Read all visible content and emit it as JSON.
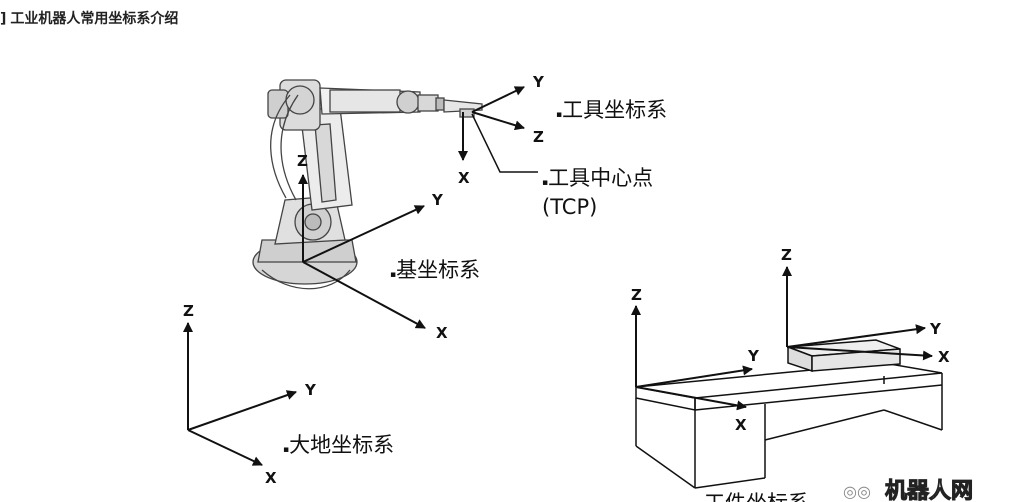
{
  "header": {
    "title_prefix": "]",
    "title": "工业机器人常用坐标系介绍"
  },
  "diagram": {
    "axes": {
      "x": "X",
      "y": "Y",
      "z": "Z"
    },
    "labels": {
      "tool_frame": "工具坐标系",
      "tcp_line1": "工具中心点",
      "tcp_line2": "(TCP)",
      "base_frame": "基坐标系",
      "world_frame": "大地坐标系",
      "workpiece_frame": "工件坐标系"
    },
    "bullet": "▪",
    "watermark": "机器人网"
  }
}
